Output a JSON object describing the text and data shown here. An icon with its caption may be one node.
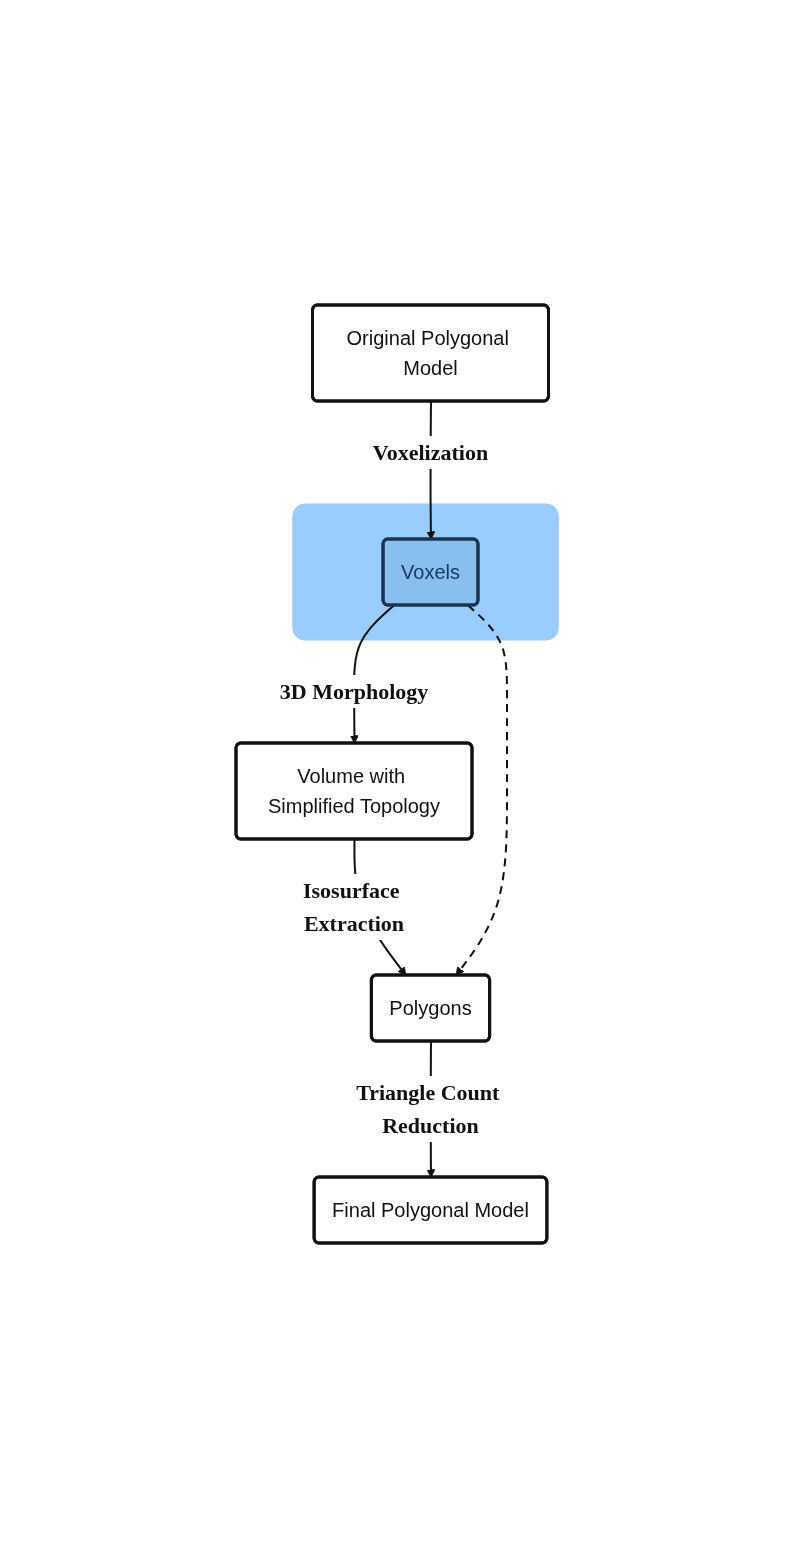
{
  "diagram": {
    "nodes": [
      {
        "text": [
          "Original Polygonal Model"
        ]
      },
      {
        "text": [],
        "shape": "box"
      },
      {
        "text": [
          "Voxels"
        ],
        "in": 1
      },
      {
        "text": [
          "Volume with Simplified Topology"
        ]
      },
      {
        "text": [
          "Polygons"
        ]
      },
      {
        "text": [
          "Final Polygonal Model"
        ]
      }
    ],
    "edges": [
      {
        "from": 0,
        "to": 2,
        "arrow": "to",
        "label": "Voxelization"
      },
      {
        "from": 2,
        "to": 3,
        "arrow": "to",
        "label": "3D Morphology"
      },
      {
        "from": 3,
        "to": 4,
        "arrow": "to",
        "label": "Isosurface Extraction"
      },
      {
        "from": 2,
        "to": 4,
        "arrow": "to",
        "style": "dashed"
      },
      {
        "from": 4,
        "to": 5,
        "arrow": "to",
        "label": "Triangle Count Reduction"
      }
    ]
  }
}
